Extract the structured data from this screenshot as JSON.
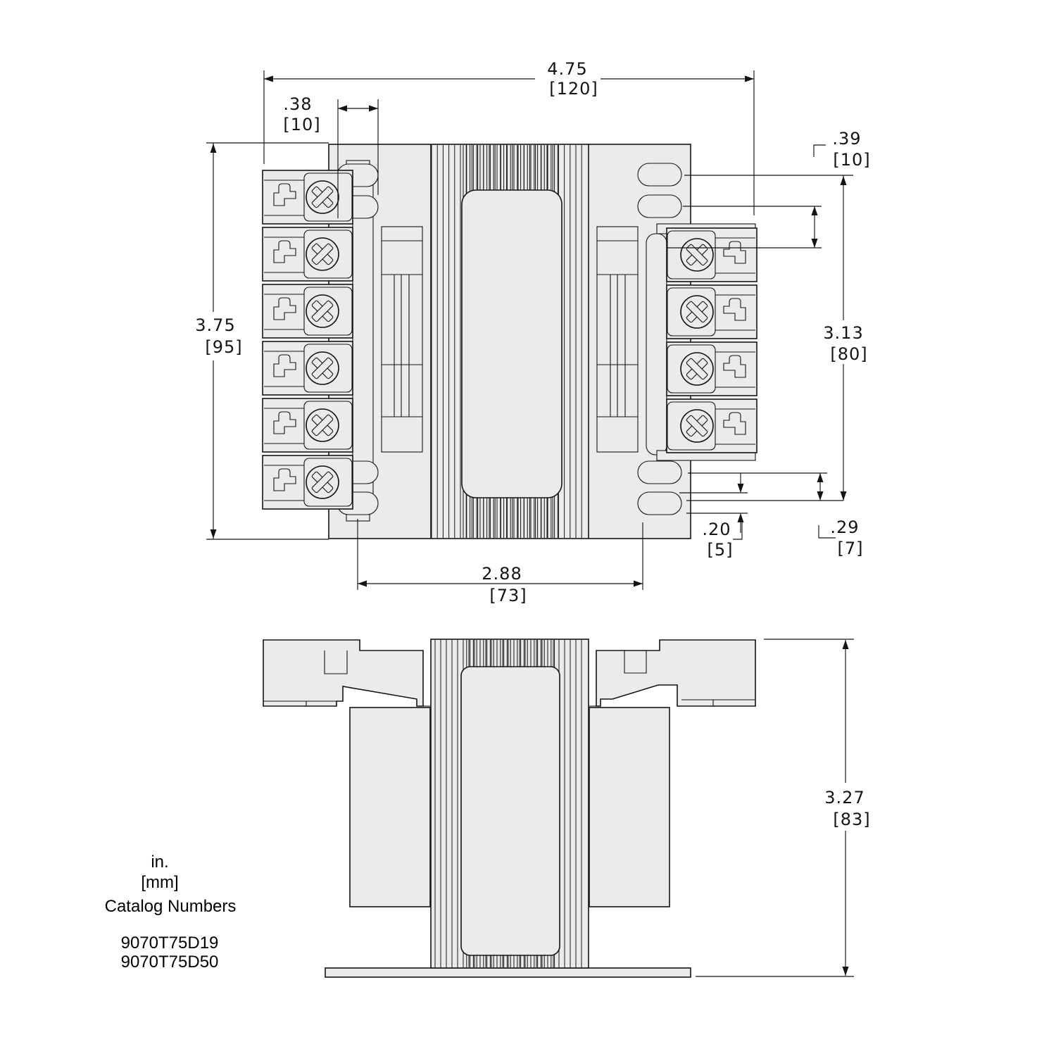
{
  "dimensions": {
    "overall_width": {
      "in": "4.75",
      "mm": "[120]"
    },
    "slot_width": {
      "in": ".38",
      "mm": "[10]"
    },
    "slot_to_block": {
      "in": ".39",
      "mm": "[10]"
    },
    "overall_height": {
      "in": "3.75",
      "mm": "[95]"
    },
    "mounting_height": {
      "in": "3.13",
      "mm": "[80]"
    },
    "slot_gap": {
      "in": ".20",
      "mm": "[5]"
    },
    "slot_center_offset": {
      "in": ".29",
      "mm": "[7]"
    },
    "mounting_width": {
      "in": "2.88",
      "mm": "[73]"
    },
    "overall_depth": {
      "in": "3.27",
      "mm": "[83]"
    }
  },
  "notes": {
    "units_inch": "in.",
    "units_mm": "[mm]",
    "catalog_label": "Catalog Numbers",
    "catalog_numbers": [
      "9070T75D19",
      "9070T75D50"
    ]
  },
  "colors": {
    "part_fill": "#ebebeb",
    "line": "#141414",
    "background": "#ffffff"
  }
}
